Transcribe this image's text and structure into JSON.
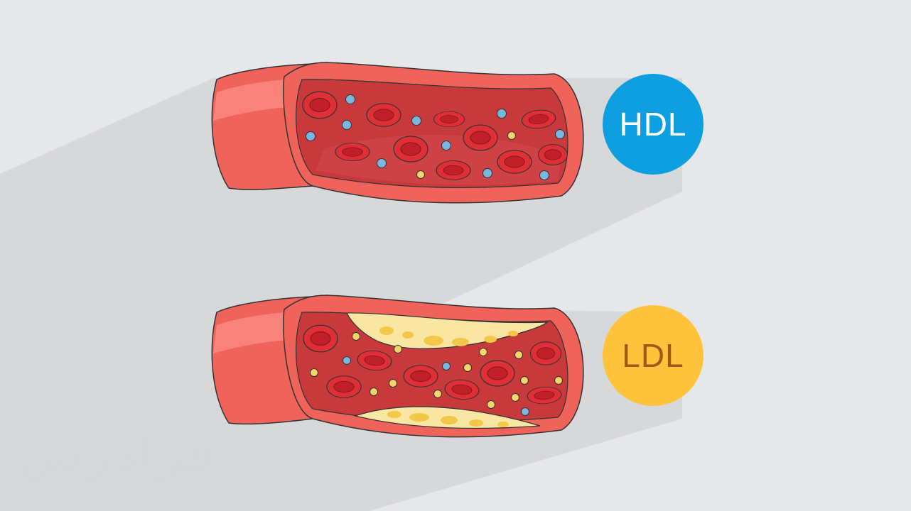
{
  "labels": {
    "hdl": "HDL",
    "ldl": "LDL"
  },
  "watermark": {
    "text": "فرادرس"
  },
  "colors": {
    "background": "#e6e7e9",
    "shadow": "#d7d8da",
    "vessel_outer": "#f0635b",
    "vessel_highlight": "#fb8a82",
    "vessel_inner": "#c7393b",
    "blood_cell": "#e02e36",
    "hdl_particle": "#7ab6dd",
    "ldl_particle": "#f4d36b",
    "plaque": "#f9e6a2",
    "hdl_badge": "#0d9fe0",
    "ldl_badge": "#fec33b"
  },
  "icons": [
    "blood-vessel-icon",
    "red-blood-cell-icon",
    "cholesterol-particle-icon",
    "plaque-icon"
  ]
}
